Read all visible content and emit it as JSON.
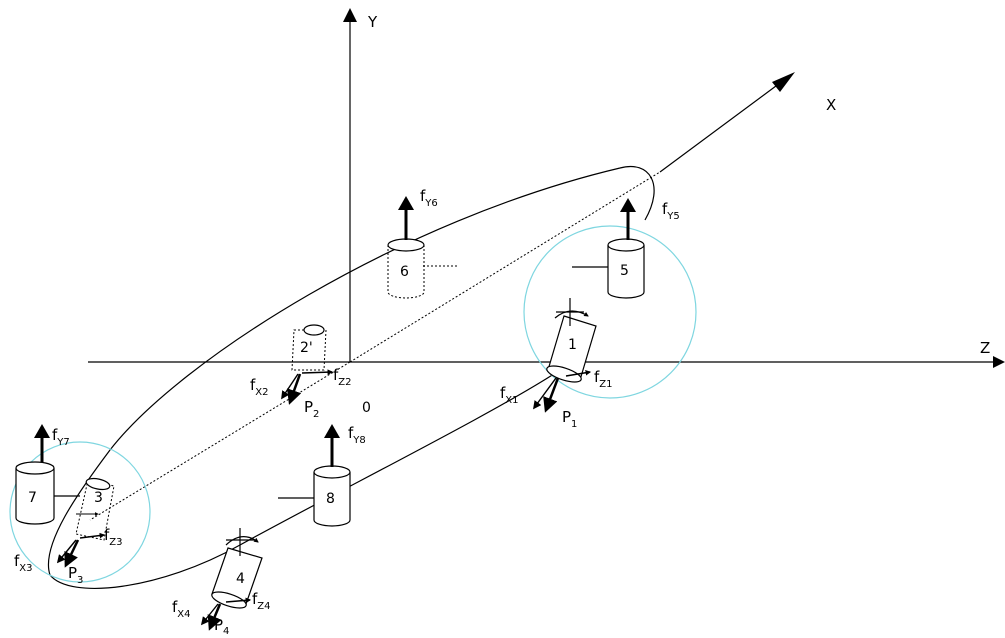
{
  "axes": {
    "x": "X",
    "y": "Y",
    "z": "Z",
    "origin": "0"
  },
  "supports": [
    {
      "id": "s1",
      "num": "1"
    },
    {
      "id": "s2",
      "num": "2'"
    },
    {
      "id": "s3",
      "num": "3"
    },
    {
      "id": "s4",
      "num": "4"
    },
    {
      "id": "s5",
      "num": "5"
    },
    {
      "id": "s6",
      "num": "6"
    },
    {
      "id": "s7",
      "num": "7"
    },
    {
      "id": "s8",
      "num": "8"
    }
  ],
  "forces": {
    "fy5": {
      "base": "f",
      "sub": "Y5"
    },
    "fy6": {
      "base": "f",
      "sub": "Y6"
    },
    "fy7": {
      "base": "f",
      "sub": "Y7"
    },
    "fy8": {
      "base": "f",
      "sub": "Y8"
    },
    "fz1": {
      "base": "f",
      "sub": "Z1"
    },
    "fx1": {
      "base": "f",
      "sub": "X1"
    },
    "p1": {
      "base": "P",
      "sub": "1"
    },
    "fx2": {
      "base": "f",
      "sub": "X2"
    },
    "fz2": {
      "base": "f",
      "sub": "Z2"
    },
    "p2": {
      "base": "P",
      "sub": "2"
    },
    "fz3": {
      "base": "f",
      "sub": "Z3"
    },
    "fx3": {
      "base": "f",
      "sub": "X3"
    },
    "p3": {
      "base": "P",
      "sub": "3"
    },
    "fz4": {
      "base": "f",
      "sub": "Z4"
    },
    "fx4": {
      "base": "f",
      "sub": "X4"
    },
    "p4": {
      "base": "P",
      "sub": "4"
    }
  }
}
